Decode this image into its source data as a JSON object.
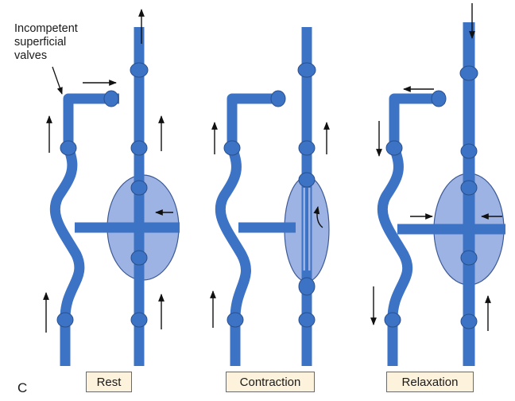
{
  "figure": {
    "letter": "C",
    "annotation": [
      "Incompetent",
      "superficial",
      "valves"
    ]
  },
  "panels": [
    {
      "id": "rest",
      "label": "Rest"
    },
    {
      "id": "contraction",
      "label": "Contraction"
    },
    {
      "id": "relaxation",
      "label": "Relaxation"
    }
  ],
  "colors": {
    "vein": "#3d73c4",
    "vein_edge": "#2a4f8c",
    "muscle": "#9db3e3",
    "muscle_edge": "#3d5a96",
    "arrow": "#111111",
    "label_box_fill": "#fdf2dc"
  }
}
